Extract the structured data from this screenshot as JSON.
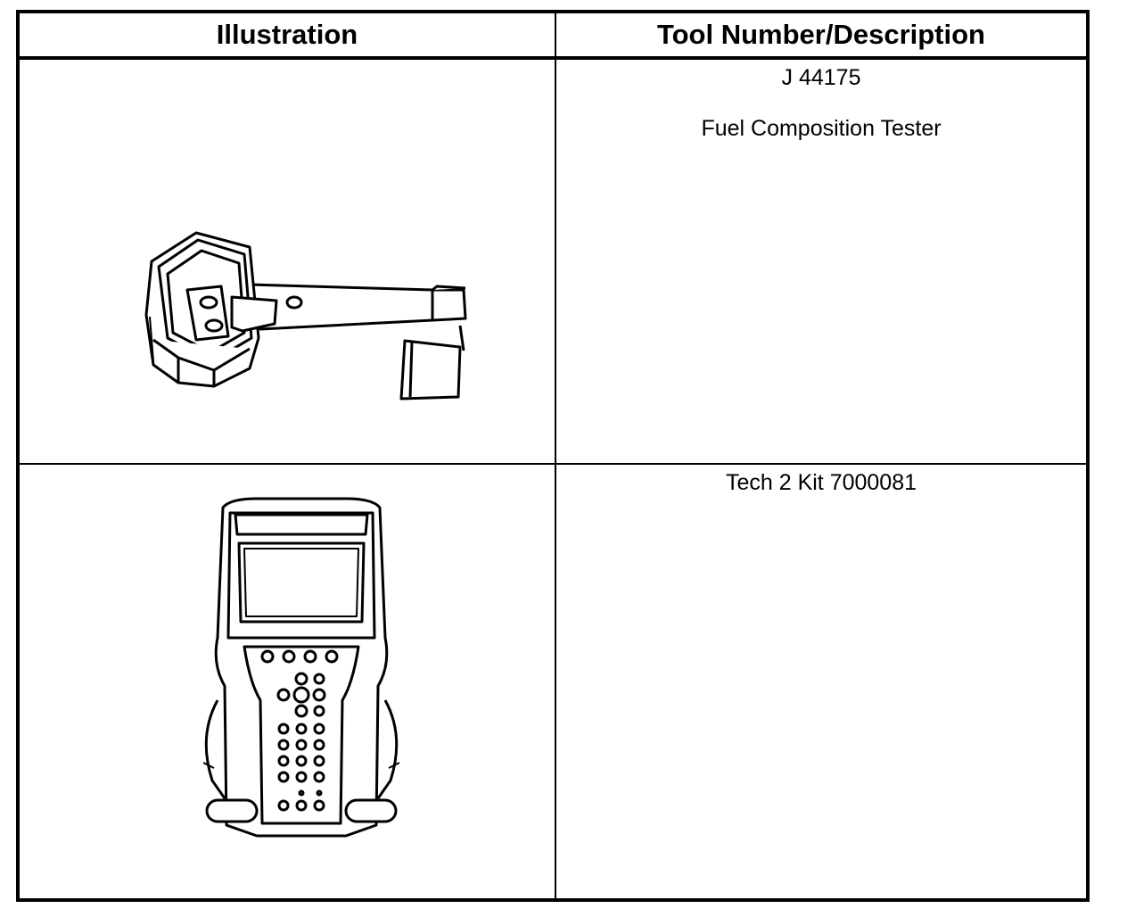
{
  "table": {
    "headers": {
      "illustration": "Illustration",
      "tool": "Tool Number/Description"
    },
    "rows": [
      {
        "illustration_icon": "fuel-composition-tester-icon",
        "tool_number": "J 44175",
        "description": "Fuel Composition Tester"
      },
      {
        "illustration_icon": "tech-2-scan-tool-icon",
        "tool_number": "Tech 2 Kit 7000081",
        "description": ""
      }
    ]
  }
}
